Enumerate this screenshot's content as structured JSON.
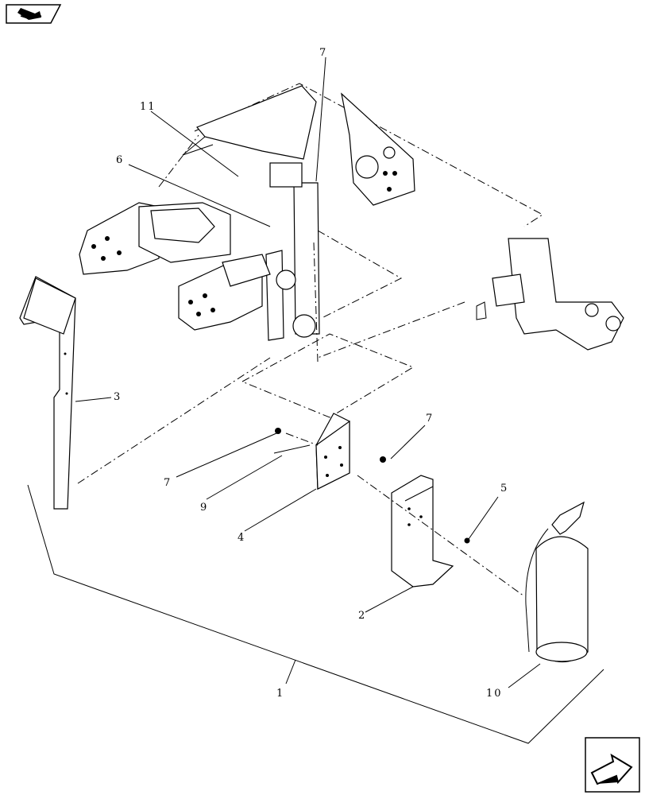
{
  "callouts": {
    "c1": "1",
    "c2": "2",
    "c3": "3",
    "c4": "4",
    "c5": "5",
    "c6": "6",
    "c7a": "7",
    "c7b": "7",
    "c7c": "7",
    "c9": "9",
    "c10": "10",
    "c11": "11"
  },
  "icons": {
    "top_left": "book-icon",
    "bottom_right": "next-page-arrow-icon"
  }
}
